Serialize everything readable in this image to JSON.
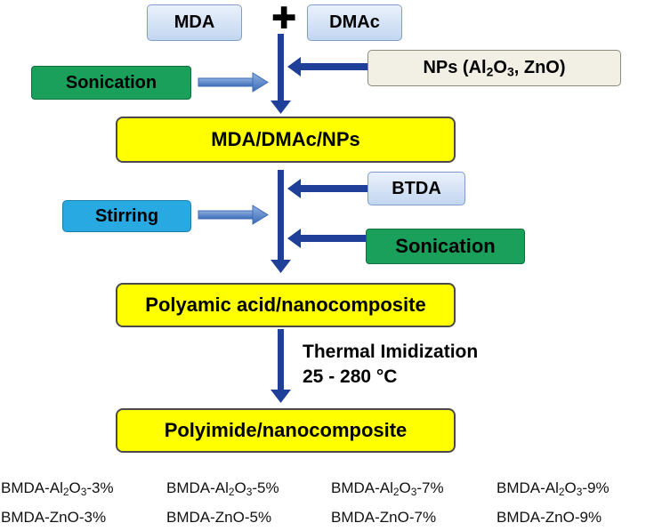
{
  "inputs": {
    "mda": "MDA",
    "dmac": "DMAc",
    "plus": "✚",
    "nps_prefix": "NPs (Al",
    "nps_sub1": "2",
    "nps_mid": "O",
    "nps_sub2": "3",
    "nps_suffix": ", ZnO)",
    "sonication_1": "Sonication"
  },
  "steps": {
    "mix": "MDA/DMAc/NPs",
    "btda": "BTDA",
    "stirring": "Stirring",
    "sonication_2": "Sonication",
    "polyamic": "Polyamic acid/nanocomposite",
    "imidization_title": "Thermal Imidization",
    "imidization_temp": "25 - 280 °C",
    "polyimide": "Polyimide/nanocomposite"
  },
  "samples": [
    {
      "prefix": "BMDA-Al",
      "sub1": "2",
      "mid": "O",
      "sub2": "3",
      "suffix": "-3%"
    },
    {
      "prefix": "BMDA-Al",
      "sub1": "2",
      "mid": "O",
      "sub2": "3",
      "suffix": "-5%"
    },
    {
      "prefix": "BMDA-Al",
      "sub1": "2",
      "mid": "O",
      "sub2": "3",
      "suffix": "-7%"
    },
    {
      "prefix": "BMDA-Al",
      "sub1": "2",
      "mid": "O",
      "sub2": "3",
      "suffix": "-9%"
    },
    {
      "text": "BMDA-ZnO-3%"
    },
    {
      "text": "BMDA-ZnO-5%"
    },
    {
      "text": "BMDA-ZnO-7%"
    },
    {
      "text": "BMDA-ZnO-9%"
    }
  ],
  "colors": {
    "arrow_dark": "#1f3f99",
    "arrow_light": "#5b85c9",
    "yellow_box": "#ffff00",
    "green_box": "#1aa05a",
    "cyan_box": "#28a9e1"
  }
}
